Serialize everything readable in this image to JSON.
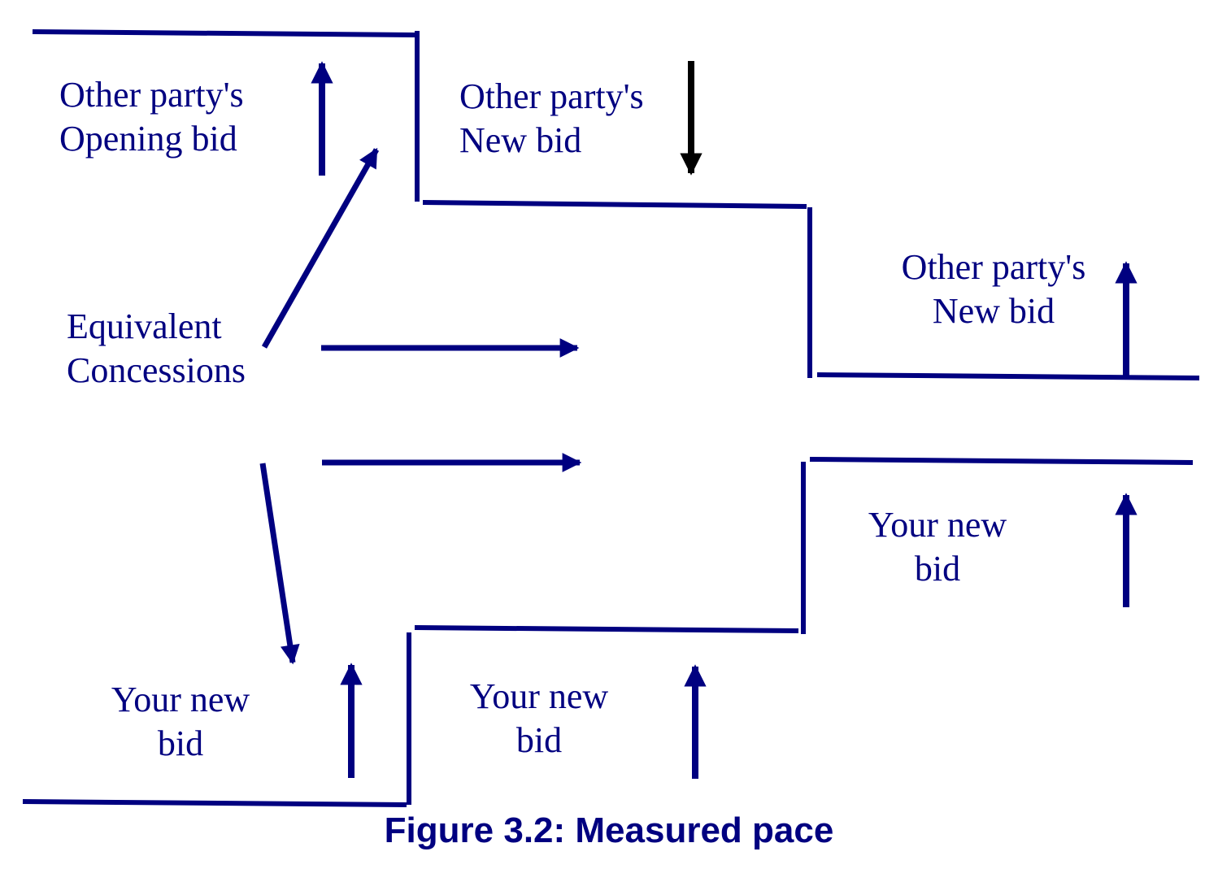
{
  "colors": {
    "primary": "#000080",
    "accent": "#000000",
    "background": "#ffffff"
  },
  "labels": {
    "opening_bid": {
      "line1": "Other party's",
      "line2": "Opening bid"
    },
    "other_new_bid_1": {
      "line1": "Other party's",
      "line2": "New bid"
    },
    "other_new_bid_2": {
      "line1": "Other party's",
      "line2": "New bid"
    },
    "equivalent_concessions": {
      "line1": "Equivalent",
      "line2": "Concessions"
    },
    "your_new_bid_1": {
      "line1": "Your new",
      "line2": "bid"
    },
    "your_new_bid_2": {
      "line1": "Your new",
      "line2": "bid"
    },
    "your_new_bid_3": {
      "line1": "Your new",
      "line2": "bid"
    }
  },
  "caption": "Figure 3.2: Measured pace"
}
